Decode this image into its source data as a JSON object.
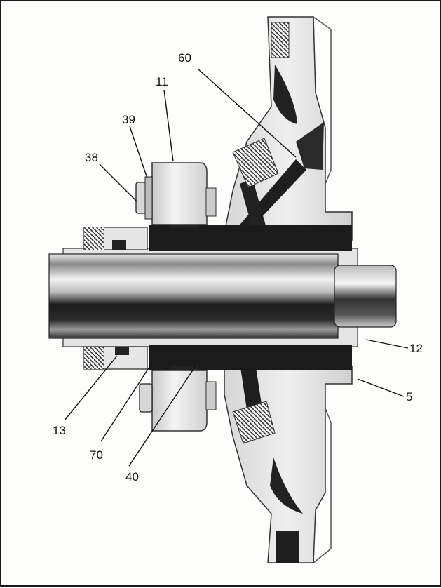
{
  "figure": {
    "callouts": [
      {
        "id": "c60",
        "text": "60"
      },
      {
        "id": "c11",
        "text": "11"
      },
      {
        "id": "c39",
        "text": "39"
      },
      {
        "id": "c38",
        "text": "38"
      },
      {
        "id": "c12",
        "text": "12"
      },
      {
        "id": "c5",
        "text": "5"
      },
      {
        "id": "c13",
        "text": "13"
      },
      {
        "id": "c70",
        "text": "70"
      },
      {
        "id": "c40",
        "text": "40"
      }
    ]
  }
}
